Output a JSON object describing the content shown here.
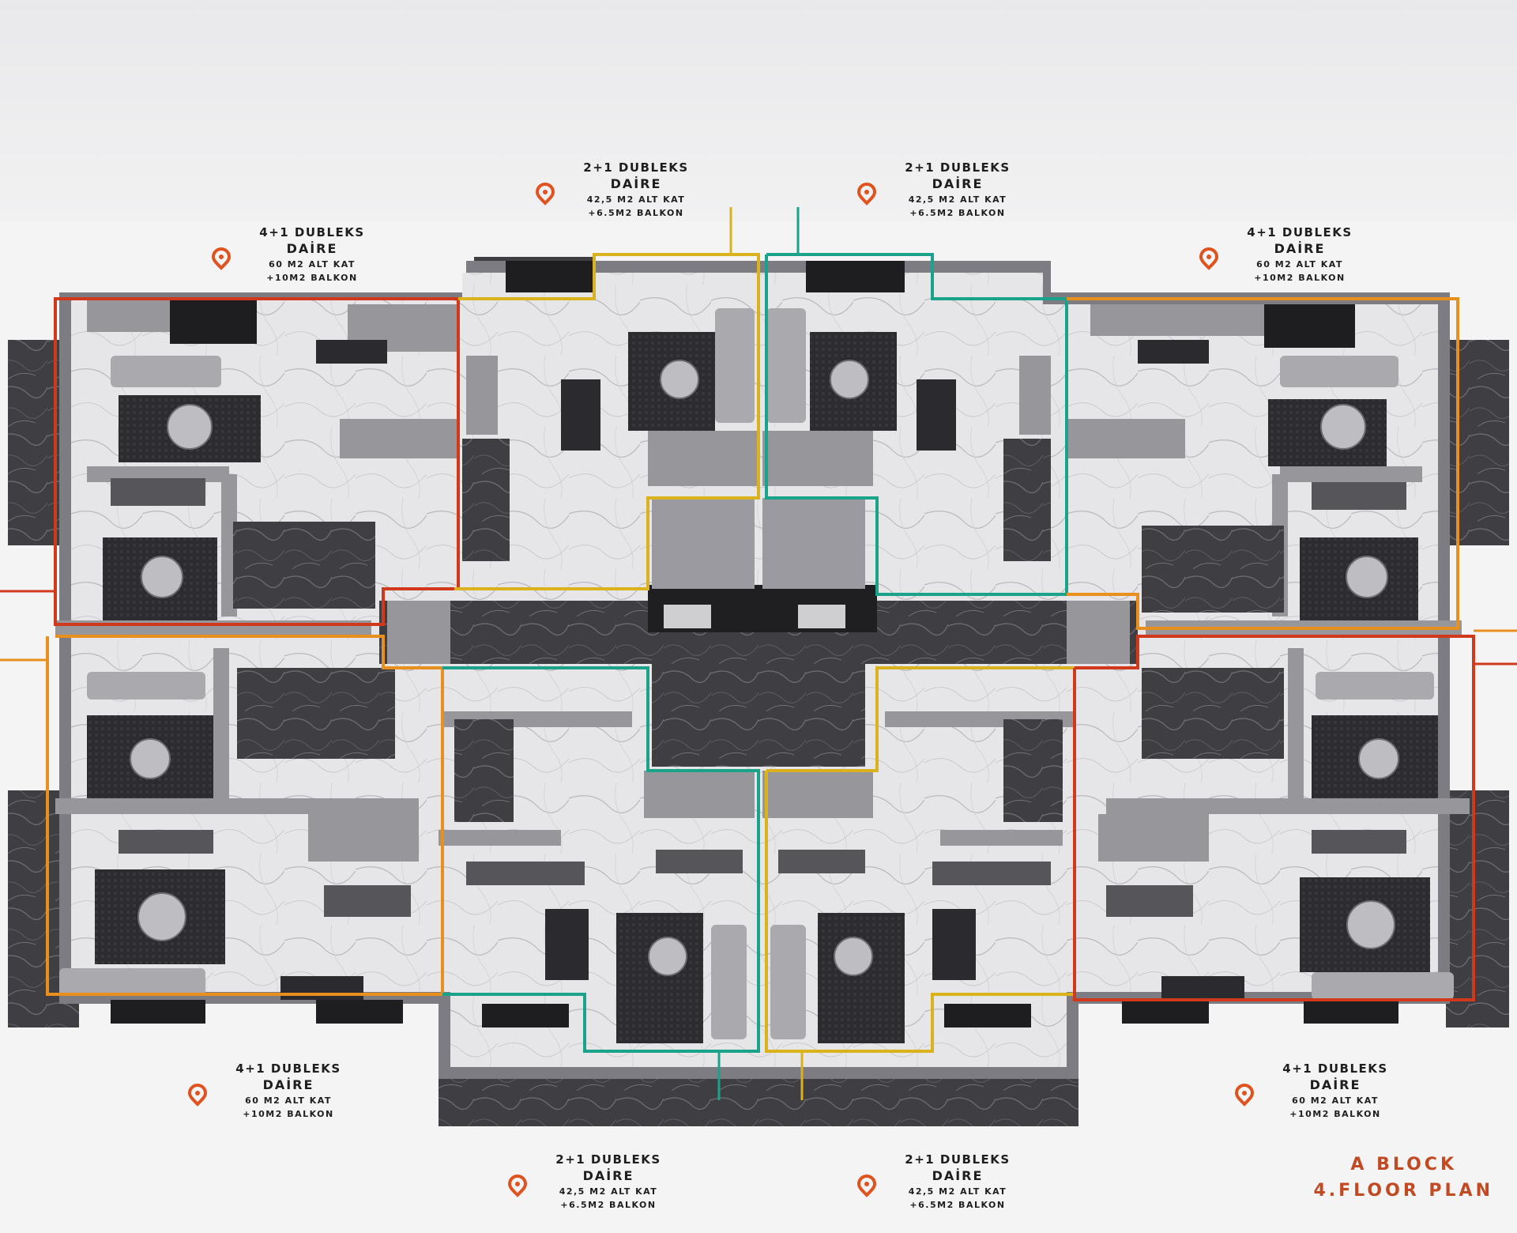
{
  "units": [
    {
      "id": "top-left",
      "type": "4+1 DUBLEKS",
      "kind": "DAİRE",
      "area": "60 M2 ALT KAT",
      "balcony": "+10M2 BALKON"
    },
    {
      "id": "top-center-left",
      "type": "2+1 DUBLEKS",
      "kind": "DAİRE",
      "area": "42,5 M2 ALT KAT",
      "balcony": "+6.5M2 BALKON"
    },
    {
      "id": "top-center-right",
      "type": "2+1 DUBLEKS",
      "kind": "DAİRE",
      "area": "42,5 M2 ALT KAT",
      "balcony": "+6.5M2 BALKON"
    },
    {
      "id": "top-right",
      "type": "4+1 DUBLEKS",
      "kind": "DAİRE",
      "area": "60 M2 ALT KAT",
      "balcony": "+10M2 BALKON"
    },
    {
      "id": "bottom-left",
      "type": "4+1 DUBLEKS",
      "kind": "DAİRE",
      "area": "60 M2 ALT KAT",
      "balcony": "+10M2 BALKON"
    },
    {
      "id": "bottom-right",
      "type": "4+1 DUBLEKS",
      "kind": "DAİRE",
      "area": "60 M2 ALT KAT",
      "balcony": "+10M2 BALKON"
    },
    {
      "id": "bottom-center-left",
      "type": "2+1 DUBLEKS",
      "kind": "DAİRE",
      "area": "42,5 M2 ALT KAT",
      "balcony": "+6.5M2 BALKON"
    },
    {
      "id": "bottom-center-right",
      "type": "2+1 DUBLEKS",
      "kind": "DAİRE",
      "area": "42,5 M2 ALT KAT",
      "balcony": "+6.5M2 BALKON"
    }
  ],
  "title": {
    "line1": "A BLOCK",
    "line2": "4.FLOOR PLAN"
  },
  "colors": {
    "accent": "#e0531f",
    "title": "#c24a22",
    "outline_red": "#d0391c",
    "outline_orange": "#e8901e",
    "outline_yellow": "#d9b21e",
    "outline_teal": "#1aa38a",
    "marble_dark": "#3d3d41",
    "marble_light": "#e4e4e6",
    "wall": "#8f8f94"
  },
  "icons": {
    "unit_marker": "location-pin-icon"
  }
}
